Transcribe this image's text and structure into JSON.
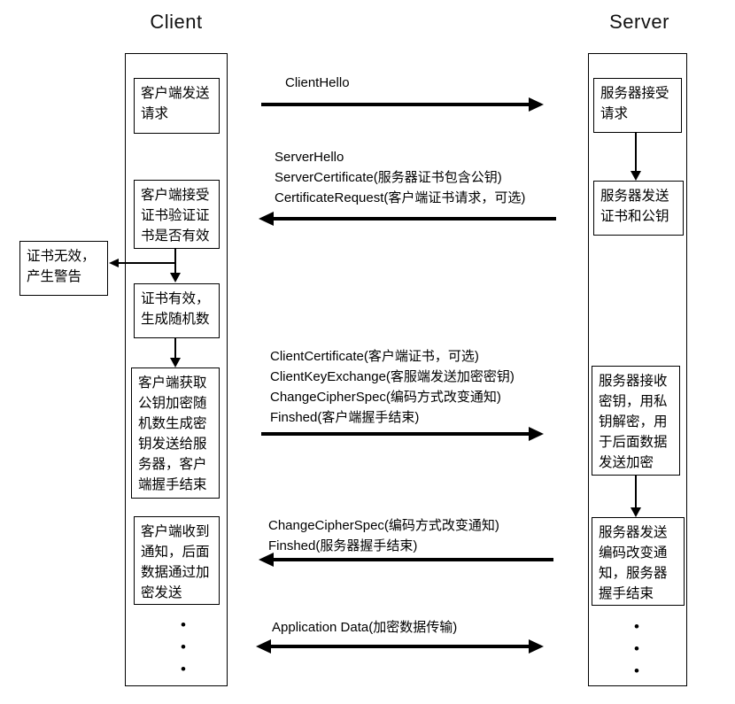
{
  "titles": {
    "client": "Client",
    "server": "Server"
  },
  "client_steps": [
    {
      "text": "客户端发送请求"
    },
    {
      "text": "客户端接受证书验证证书是否有效"
    },
    {
      "text": "证书有效，生成随机数"
    },
    {
      "text": "客户端获取公钥加密随机数生成密钥发送给服务器，客户端握手结束"
    },
    {
      "text": "客户端收到通知，后面数据通过加密发送"
    }
  ],
  "warning_box": {
    "text": "证书无效，产生警告"
  },
  "server_steps": [
    {
      "text": "服务器接受请求"
    },
    {
      "text": "服务器发送证书和公钥"
    },
    {
      "text": "服务器接收密钥，用私钥解密，用于后面数据发送加密"
    },
    {
      "text": "服务器发送编码改变通知，服务器握手结束"
    }
  ],
  "messages": [
    {
      "direction": "right",
      "lines": [
        "ClientHello"
      ]
    },
    {
      "direction": "left",
      "lines": [
        "ServerHello",
        "ServerCertificate(服务器证书包含公钥)",
        "CertificateRequest(客户端证书请求，可选)"
      ]
    },
    {
      "direction": "right",
      "lines": [
        "ClientCertificate(客户端证书，可选)",
        "ClientKeyExchange(客服端发送加密密钥)",
        "ChangeCipherSpec(编码方式改变通知)",
        "Finshed(客户端握手结束)"
      ]
    },
    {
      "direction": "left",
      "lines": [
        "ChangeCipherSpec(编码方式改变通知)",
        "Finshed(服务器握手结束)"
      ]
    },
    {
      "direction": "both",
      "lines": [
        "Application Data(加密数据传输)"
      ]
    }
  ],
  "ellipsis": {
    "dot": "•"
  },
  "colors": {
    "line": "#000000",
    "background": "#ffffff",
    "text": "#000000"
  }
}
